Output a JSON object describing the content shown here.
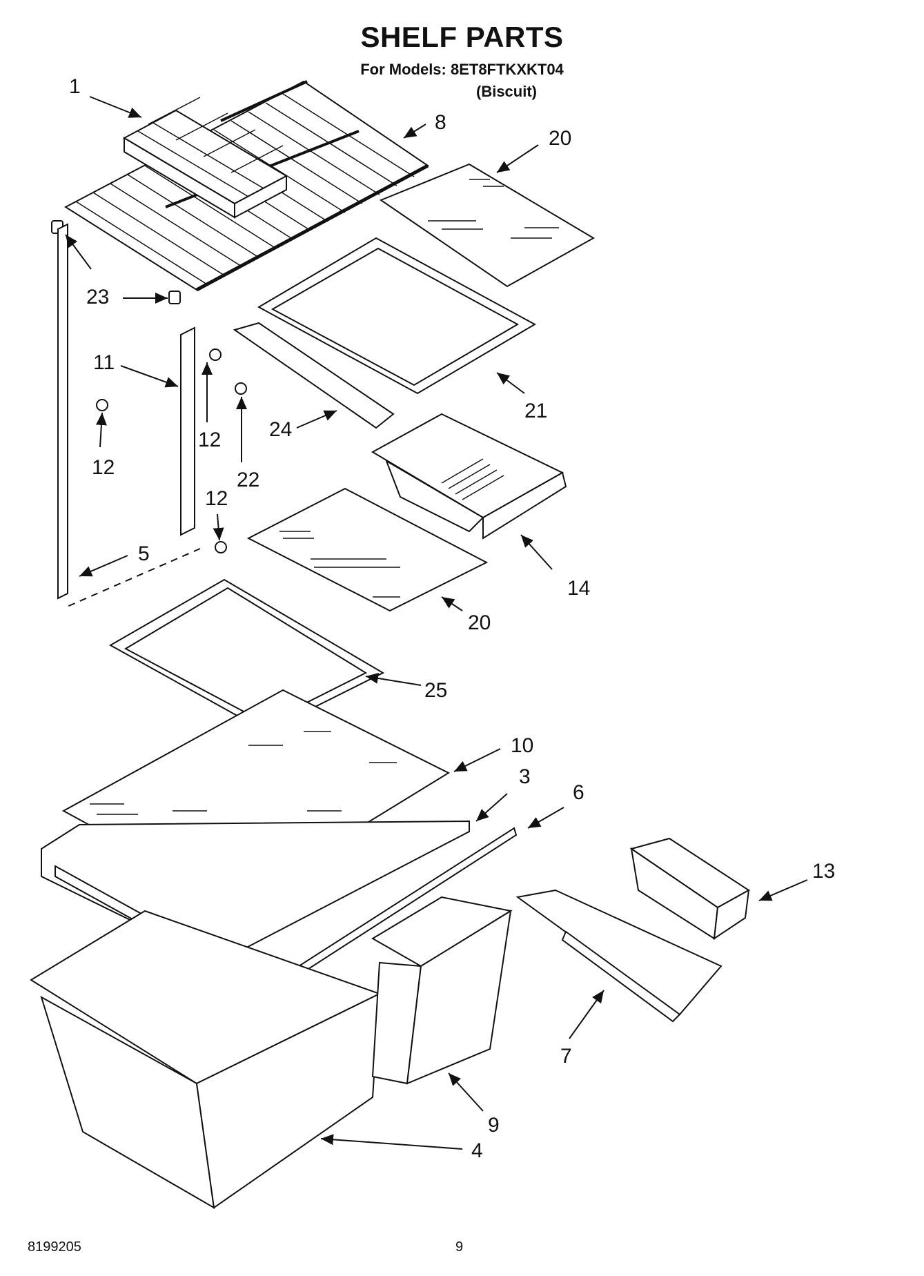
{
  "header": {
    "title": "SHELF PARTS",
    "models": "For Models: 8ET8FTKXKT04",
    "variant": "(Biscuit)"
  },
  "callouts": {
    "c1": "1",
    "c8": "8",
    "c20a": "20",
    "c23": "23",
    "c11": "11",
    "c12a": "12",
    "c12b": "12",
    "c12c": "12",
    "c22": "22",
    "c24": "24",
    "c21": "21",
    "c14": "14",
    "c5": "5",
    "c20b": "20",
    "c25": "25",
    "c10": "10",
    "c3": "3",
    "c6": "6",
    "c13": "13",
    "c7": "7",
    "c9": "9",
    "c4": "4"
  },
  "footer": {
    "code": "8199205",
    "page": "9"
  }
}
